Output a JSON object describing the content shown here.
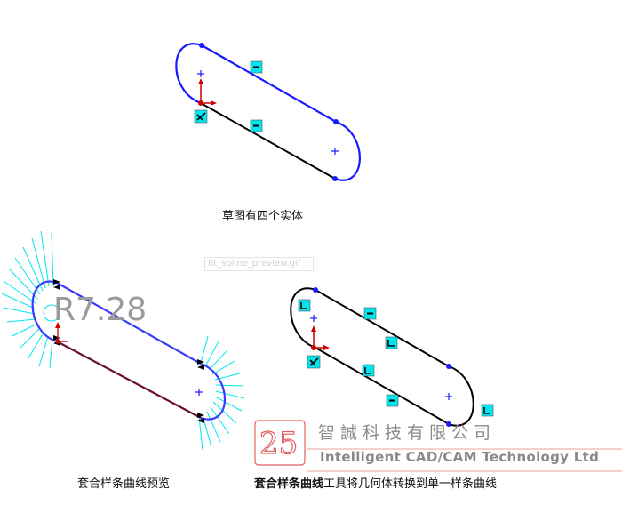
{
  "captions": {
    "top": "草图有四个实体",
    "bottom_left": "套合样条曲线预览",
    "bottom_right_bold": "套合样条曲线",
    "bottom_right_rest": "工具将几何体转换到单一样条曲线"
  },
  "preview_placeholder": "fit_spline_preview.gif",
  "dimension_label": "R7.28",
  "logo": {
    "badge_number": "25",
    "company_cn": "智誠科技有限公司",
    "company_en": "Intelligent CAD/CAM Technology Ltd"
  },
  "colors": {
    "arc_blue": "#1a1aff",
    "line_black": "#000000",
    "relation_cyan": "#00e5ee",
    "origin_red": "#cc0000",
    "comb_cyan": "#00e5ee",
    "preview_line": "#5a1a3a",
    "logo_red": "#d9534f",
    "logo_gray": "#8a8a8a"
  }
}
